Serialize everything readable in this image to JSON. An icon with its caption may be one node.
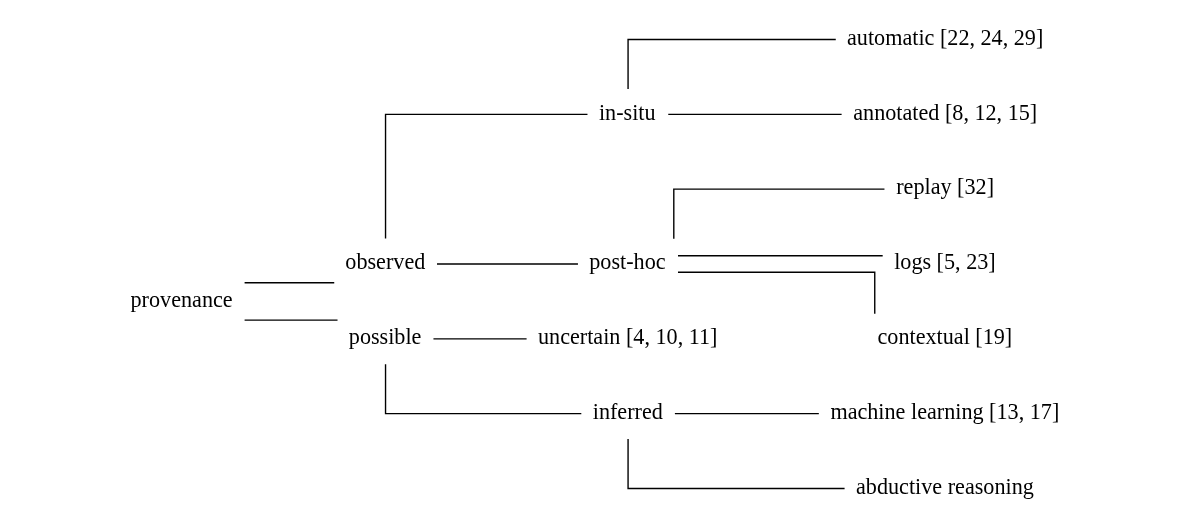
{
  "diagram": {
    "nodes": [
      {
        "text": [
          "provenance"
        ]
      },
      {
        "text": [
          "observed"
        ]
      },
      {
        "text": [
          "in-situ"
        ]
      },
      {
        "text": [
          "automatic [22, 24, 29]"
        ]
      },
      {
        "text": [
          "annotated [8, 12, 15]"
        ]
      },
      {
        "text": [
          "post-hoc"
        ]
      },
      {
        "text": [
          "replay [32]"
        ]
      },
      {
        "text": [
          "logs [5, 23]"
        ]
      },
      {
        "text": [
          "contextual [19]"
        ]
      },
      {
        "text": [
          "possible"
        ]
      },
      {
        "text": [
          "uncertain [4, 10, 11]"
        ]
      },
      {
        "text": [
          "inferred"
        ]
      },
      {
        "text": [
          "machine learning [13, 17]"
        ]
      },
      {
        "text": [
          "abductive reasoning"
        ]
      }
    ],
    "edges": [
      {
        "from": 0,
        "to": 1,
        "arrow": "none"
      },
      {
        "from": 0,
        "to": 9,
        "arrow": "none"
      },
      {
        "from": 1,
        "to": 2,
        "arrow": "none"
      },
      {
        "from": 1,
        "to": 5,
        "arrow": "none"
      },
      {
        "from": 2,
        "to": 3,
        "arrow": "none"
      },
      {
        "from": 2,
        "to": 4,
        "arrow": "none"
      },
      {
        "from": 5,
        "to": 6,
        "arrow": "none"
      },
      {
        "from": 5,
        "to": 7,
        "arrow": "none"
      },
      {
        "from": 5,
        "to": 8,
        "arrow": "none"
      },
      {
        "from": 9,
        "to": 10,
        "arrow": "none"
      },
      {
        "from": 9,
        "to": 11,
        "arrow": "none"
      },
      {
        "from": 11,
        "to": 12,
        "arrow": "none"
      },
      {
        "from": 11,
        "to": 13,
        "arrow": "none"
      }
    ]
  }
}
